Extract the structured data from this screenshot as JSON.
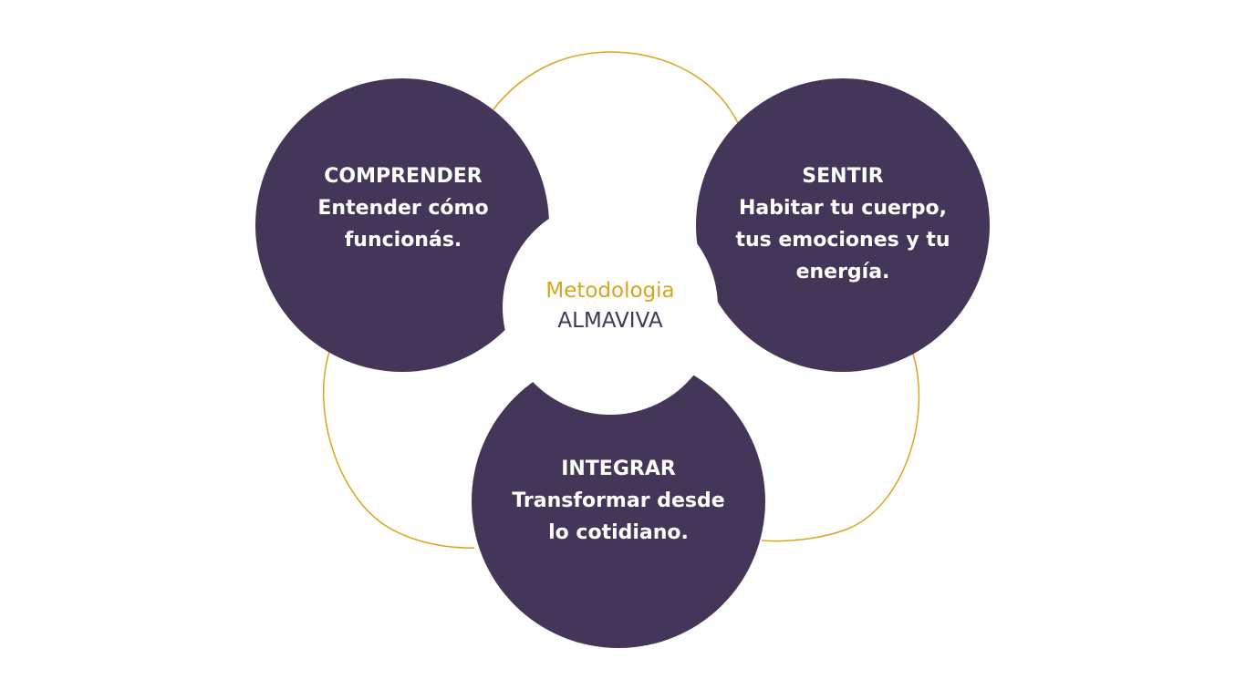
{
  "colors": {
    "circle_fill": "#433658",
    "ring_stroke": "#d8a51e",
    "background": "#ffffff",
    "center_title": "#d8a51e",
    "center_subtitle": "#433658",
    "label_text": "#ffffff"
  },
  "center": {
    "title": "Metodologia",
    "subtitle": "ALMAVIVA"
  },
  "nodes": [
    {
      "heading": "COMPRENDER",
      "lines": [
        "Entender cómo",
        "funcionás."
      ]
    },
    {
      "heading": "SENTIR",
      "lines": [
        "Habitar tu cuerpo,",
        "tus emociones y tu",
        "energía."
      ]
    },
    {
      "heading": "INTEGRAR",
      "lines": [
        "Transformar desde",
        "lo cotidiano."
      ]
    }
  ]
}
